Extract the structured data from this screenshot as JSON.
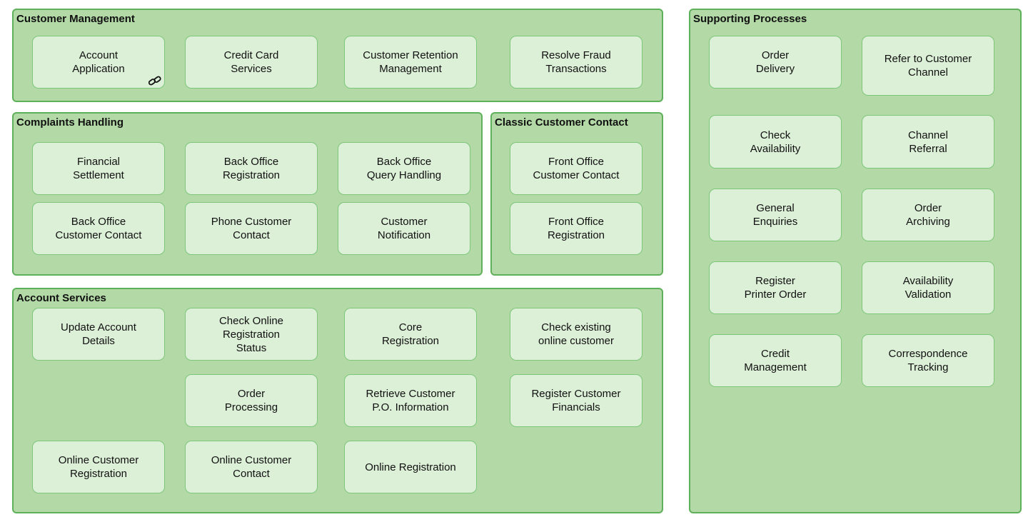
{
  "colors": {
    "group_fill": "#b2d9a6",
    "group_border": "#5fb05a",
    "node_fill": "#dcefd7",
    "node_border": "#7ec77a"
  },
  "groups": {
    "customer_management": {
      "title": "Customer Management",
      "nodes": [
        {
          "label": "Account\nApplication",
          "icon": "link-icon"
        },
        {
          "label": "Credit Card\nServices"
        },
        {
          "label": "Customer Retention\nManagement"
        },
        {
          "label": "Resolve Fraud\nTransactions"
        }
      ]
    },
    "complaints_handling": {
      "title": "Complaints Handling",
      "nodes": [
        {
          "label": "Financial\nSettlement"
        },
        {
          "label": "Back Office\nRegistration"
        },
        {
          "label": "Back Office\nQuery Handling"
        },
        {
          "label": "Back Office\nCustomer Contact"
        },
        {
          "label": "Phone Customer\nContact"
        },
        {
          "label": "Customer\nNotification"
        }
      ]
    },
    "classic_customer_contact": {
      "title": "Classic Customer Contact",
      "nodes": [
        {
          "label": "Front Office\nCustomer Contact"
        },
        {
          "label": "Front Office\nRegistration"
        }
      ]
    },
    "account_services": {
      "title": "Account Services",
      "nodes": [
        {
          "label": "Update Account\nDetails"
        },
        {
          "label": "Check Online\nRegistration\nStatus"
        },
        {
          "label": "Core\nRegistration"
        },
        {
          "label": "Check existing\nonline customer"
        },
        {
          "label": "Order\nProcessing"
        },
        {
          "label": "Retrieve Customer\nP.O. Information"
        },
        {
          "label": "Register Customer\nFinancials"
        },
        {
          "label": "Online Customer\nRegistration"
        },
        {
          "label": "Online Customer\nContact"
        },
        {
          "label": "Online Registration"
        }
      ]
    },
    "supporting_processes": {
      "title": "Supporting Processes",
      "nodes": [
        {
          "label": "Order\nDelivery"
        },
        {
          "label": "Refer to Customer\nChannel"
        },
        {
          "label": "Check\nAvailability"
        },
        {
          "label": "Channel\nReferral"
        },
        {
          "label": "General\nEnquiries"
        },
        {
          "label": "Order\nArchiving"
        },
        {
          "label": "Register\nPrinter Order"
        },
        {
          "label": "Availability\nValidation"
        },
        {
          "label": "Credit\nManagement"
        },
        {
          "label": "Correspondence\nTracking"
        }
      ]
    }
  }
}
